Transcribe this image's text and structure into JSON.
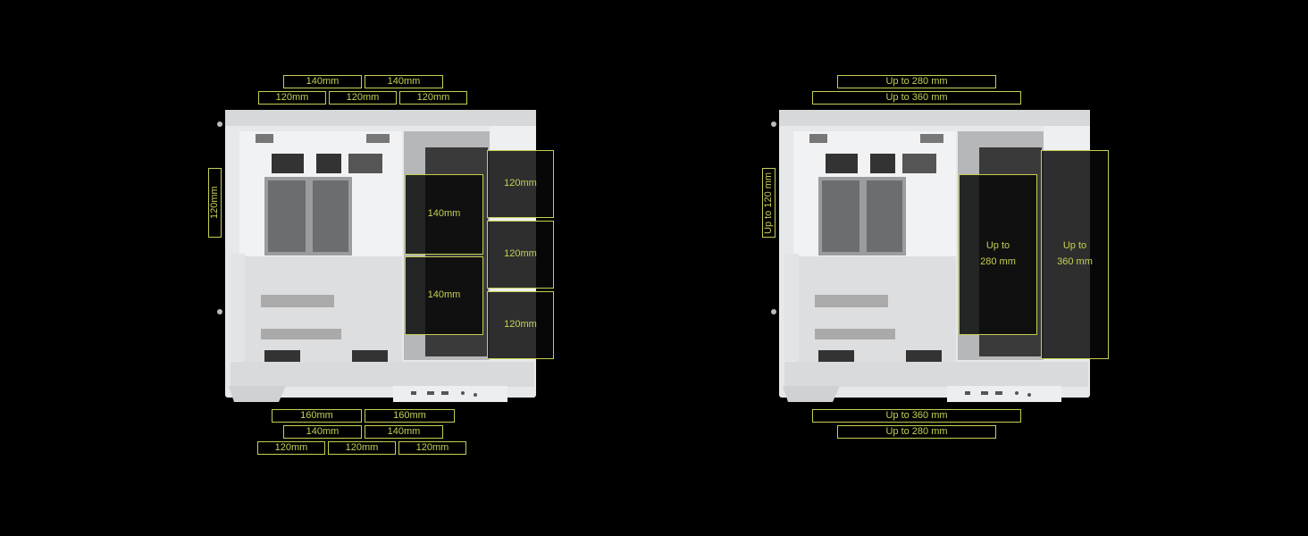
{
  "left_panel": {
    "top_row1": [
      "140mm",
      "140mm"
    ],
    "top_row2": [
      "120mm",
      "120mm",
      "120mm"
    ],
    "side_label": "120mm",
    "bottom_row1": [
      "160mm",
      "160mm"
    ],
    "bottom_row2": [
      "140mm",
      "140mm"
    ],
    "bottom_row3": [
      "120mm",
      "120mm",
      "120mm"
    ],
    "mid_zones": [
      "140mm",
      "140mm"
    ],
    "right_zones": [
      "120mm",
      "120mm",
      "120mm"
    ]
  },
  "right_panel": {
    "top_row1": "Up to 280 mm",
    "top_row2": "Up to 360 mm",
    "side_label": "Up to 120 mm",
    "bottom_row1": "Up to 360 mm",
    "bottom_row2": "Up to 280 mm",
    "mid_zone": {
      "line1": "Up to",
      "line2": "280 mm"
    },
    "right_zone": {
      "line1": "Up to",
      "line2": "360 mm"
    }
  },
  "colors": {
    "accent": "#c7cf52",
    "background": "#000000",
    "case_body": "#e6e8ea"
  }
}
